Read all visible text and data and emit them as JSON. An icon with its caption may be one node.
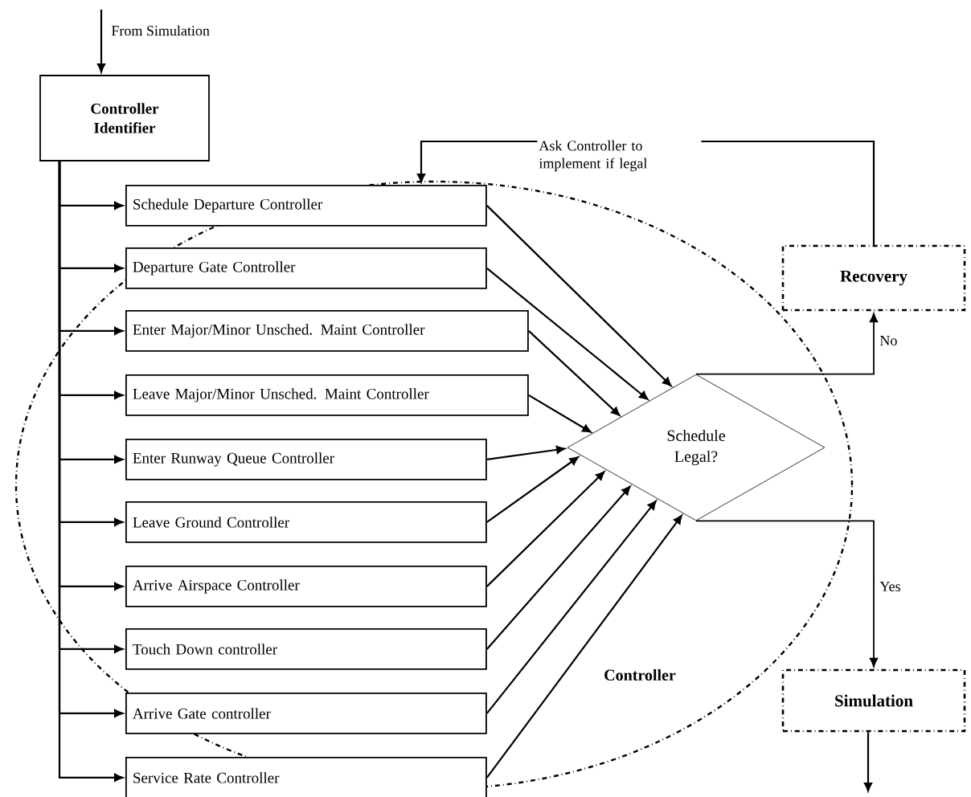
{
  "diagram": {
    "nodes": [
      {
        "text": [
          "Controller Identifier"
        ]
      },
      {
        "text": [
          "Controller"
        ]
      },
      {
        "text": [
          "Schedule Departure Controller"
        ],
        "in": 1
      },
      {
        "text": [
          "Departure Gate Controller"
        ],
        "in": 1
      },
      {
        "text": [
          "Enter Major/Minor Unsched. Maint Controller"
        ],
        "in": 1
      },
      {
        "text": [
          "Leave Major/Minor Unsched. Maint Controller"
        ],
        "in": 1
      },
      {
        "text": [
          "Enter Runway Queue Controller"
        ],
        "in": 1
      },
      {
        "text": [
          "Leave Ground Controller"
        ],
        "in": 1
      },
      {
        "text": [
          "Arrive Airspace Controller"
        ],
        "in": 1
      },
      {
        "text": [
          "Touch Down controller"
        ],
        "in": 1
      },
      {
        "text": [
          "Arrive Gate controller"
        ],
        "in": 1
      },
      {
        "text": [
          "Service Rate Controller"
        ],
        "in": 1
      },
      {
        "text": [
          "Schedule Legal?"
        ],
        "in": 1
      },
      {
        "text": [
          "Recovery"
        ]
      },
      {
        "text": [
          "Simulation"
        ]
      }
    ],
    "edges": [
      {
        "from": null,
        "to": 0,
        "arrow": "to",
        "label": "From Simulation"
      },
      {
        "from": 0,
        "to": 2,
        "arrow": "to"
      },
      {
        "from": 0,
        "to": 3,
        "arrow": "to"
      },
      {
        "from": 0,
        "to": 4,
        "arrow": "to"
      },
      {
        "from": 0,
        "to": 5,
        "arrow": "to"
      },
      {
        "from": 0,
        "to": 6,
        "arrow": "to"
      },
      {
        "from": 0,
        "to": 7,
        "arrow": "to"
      },
      {
        "from": 0,
        "to": 8,
        "arrow": "to"
      },
      {
        "from": 0,
        "to": 9,
        "arrow": "to"
      },
      {
        "from": 0,
        "to": 10,
        "arrow": "to"
      },
      {
        "from": 0,
        "to": 11,
        "arrow": "to"
      },
      {
        "from": 2,
        "to": 12,
        "arrow": "to"
      },
      {
        "from": 3,
        "to": 12,
        "arrow": "to"
      },
      {
        "from": 4,
        "to": 12,
        "arrow": "to"
      },
      {
        "from": 5,
        "to": 12,
        "arrow": "to"
      },
      {
        "from": 6,
        "to": 12,
        "arrow": "to"
      },
      {
        "from": 7,
        "to": 12,
        "arrow": "to"
      },
      {
        "from": 8,
        "to": 12,
        "arrow": "to"
      },
      {
        "from": 9,
        "to": 12,
        "arrow": "to"
      },
      {
        "from": 10,
        "to": 12,
        "arrow": "to"
      },
      {
        "from": 11,
        "to": 12,
        "arrow": "to"
      },
      {
        "from": 12,
        "to": 13,
        "arrow": "to",
        "label": "No"
      },
      {
        "from": 12,
        "to": 14,
        "arrow": "to",
        "label": "Yes"
      },
      {
        "from": 13,
        "to": 2,
        "arrow": "to",
        "label": "Ask Controller to implement if legal"
      },
      {
        "from": 14,
        "to": null,
        "arrow": "to"
      }
    ]
  }
}
